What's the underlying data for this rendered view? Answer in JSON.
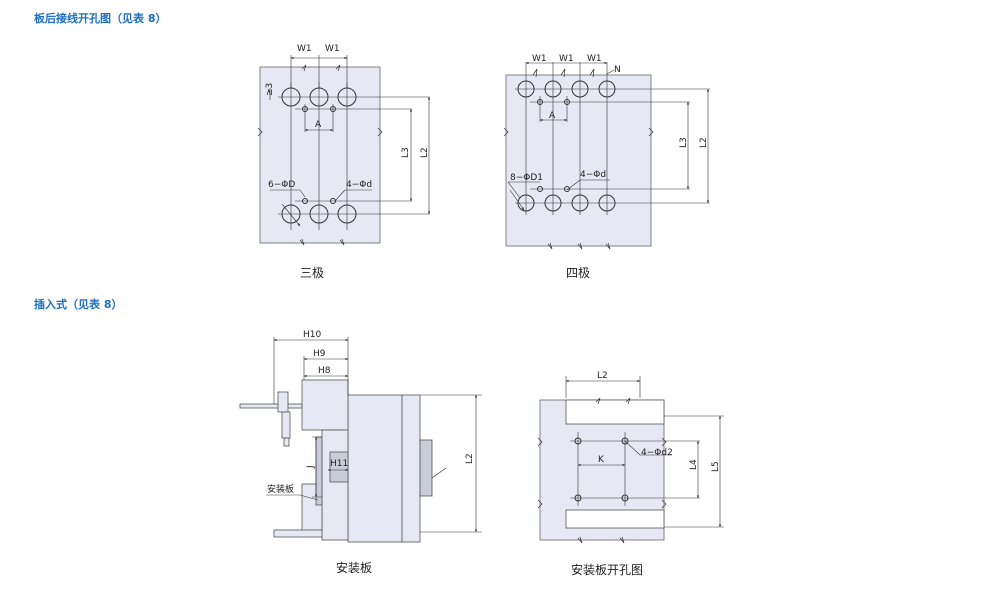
{
  "sections": {
    "rear_title": "板后接线开孔图（见表 8）",
    "plugin_title": "插入式（见表 8）"
  },
  "captions": {
    "three_pole": "三极",
    "four_pole": "四极",
    "mounting_plate": "安装板",
    "mounting_plate_cutout": "安装板开孔图"
  },
  "labels": {
    "w1": "W1",
    "n": "N",
    "ge3": "≥3",
    "a": "A",
    "l3": "L3",
    "l2": "L2",
    "l4": "L4",
    "l5": "L5",
    "six_phi_d": "6−ΦD",
    "four_phi_d": "4−Φd",
    "eight_phi_d1": "8−ΦD1",
    "four_phi_d2": "4−Φd2",
    "h8": "H8",
    "h9": "H9",
    "h10": "H10",
    "h11": "H11",
    "j": "J",
    "k": "K",
    "mounting_plate_label": "安装板"
  },
  "colors": {
    "title_blue": "#1f6fbf",
    "plate_fill": "#e6e8f4",
    "line": "#333333"
  }
}
